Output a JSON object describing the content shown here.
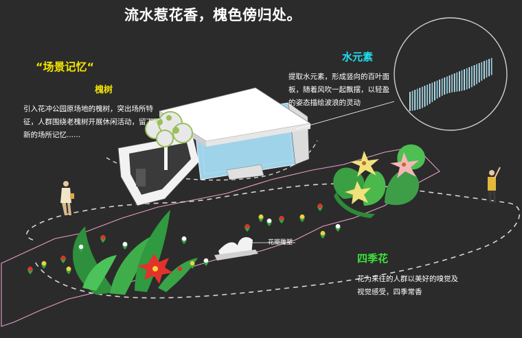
{
  "title": "流水惹花香，槐色傍归处。",
  "scene": {
    "heading": "“场景记忆“",
    "tree_heading": "槐树",
    "tree_body": "引入花冲公园原场地的槐树，突出场所特征，人群围绕老槐树开展休闲活动，留下了新的场所记忆......"
  },
  "water": {
    "heading": "水元素",
    "body": "提取水元素，形成竖向的百叶面板，随着风吹一起飘摆，以轻盈的姿态描绘波浪的灵动"
  },
  "season": {
    "heading": "四季花",
    "body": "花为来往的人群以美好的嗅觉及视觉感受，四季常香"
  },
  "sculpture_label": "花瓣雕塑",
  "colors": {
    "background": "#2b2b2b",
    "accent_yellow": "#f2e300",
    "accent_cyan": "#1ee0f2",
    "accent_green": "#3ee23c",
    "boundary_pink": "#e8a0c8",
    "path_dash": "#d8d8d8"
  }
}
